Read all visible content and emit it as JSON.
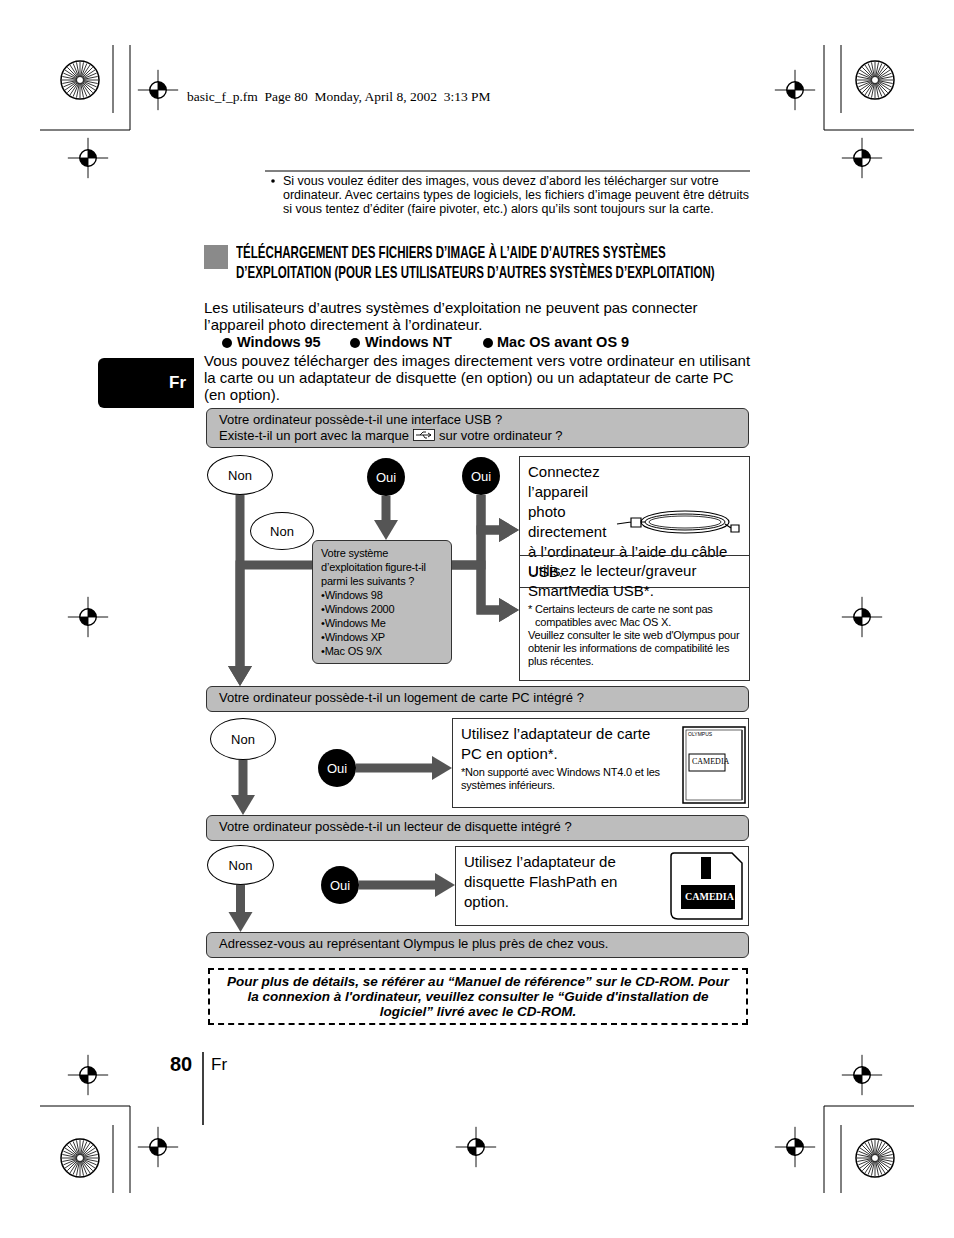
{
  "diagram": {
    "title": "TÉLÉCHARGEMENT DES FICHIERS D’IMAGE À L’AIDE D’AUTRES SYSTÈMES D’EXPLOITATION (POUR LES UTILISATEURS D’AUTRES SYSTÈMES D’EXPLOITATION)",
    "nodes": [
      {
        "text": [
          "Votre ordinateur possède-t-il une interface USB ?",
          "Existe-t-il un port avec la marque",
          "sur votre ordinateur ?"
        ]
      },
      {
        "text": [
          "Non"
        ]
      },
      {
        "text": [
          "Oui"
        ]
      },
      {
        "text": [
          "Oui"
        ]
      },
      {
        "text": [
          "Connectez l’appareil photo directement à l’ordinateur à l’aide du câble USB."
        ]
      },
      {
        "text": [
          "Non"
        ]
      },
      {
        "text": [
          "Votre système d’exploitation figure-t-il parmi les suivants ?",
          "•Windows 98",
          "•Windows 2000",
          "•Windows Me",
          "•Windows XP",
          "•Mac OS 9/X"
        ]
      },
      {
        "text": [
          "Utilisez le lecteur/graveur SmartMedia USB*.",
          "* Certains lecteurs de carte ne sont pas compatibles avec Mac OS X.",
          "Veuillez consulter le site web d'Olympus pour obtenir les informations de compatibilité les plus récentes."
        ]
      },
      {
        "text": [
          "Votre ordinateur possède-t-il un logement de carte PC intégré ?"
        ]
      },
      {
        "text": [
          "Non"
        ]
      },
      {
        "text": [
          "Oui"
        ]
      },
      {
        "text": [
          "Utilisez l’adaptateur de carte PC en option*.",
          "*Non supporté avec Windows NT4.0 et les systèmes inférieurs."
        ]
      },
      {
        "text": [
          "Votre ordinateur possède-t-il un lecteur de disquette intégré ?"
        ]
      },
      {
        "text": [
          "Non"
        ]
      },
      {
        "text": [
          "Oui"
        ]
      },
      {
        "text": [
          "Utilisez l’adaptateur de disquette FlashPath en option."
        ]
      },
      {
        "text": [
          "Adressez-vous au représentant Olympus le plus près de chez vous."
        ]
      },
      {
        "text": [
          "Pour plus de détails, se référer au “Manuel de référence” sur le CD-ROM. Pour la connexion à l'ordinateur, veuillez consulter le “Guide d'installation de logiciel” livré avec le CD-ROM."
        ]
      },
      {
        "text": [
          "Fr"
        ]
      }
    ],
    "edges": [
      {
        "from": 1,
        "to": 8,
        "arrow": "to"
      },
      {
        "from": 2,
        "to": 6,
        "arrow": "to"
      },
      {
        "from": 6,
        "to": 8,
        "arrow": "to"
      },
      {
        "from": 3,
        "to": 4,
        "arrow": "to"
      },
      {
        "from": 3,
        "to": 7,
        "arrow": "to"
      },
      {
        "from": 6,
        "to": 4,
        "arrow": "to"
      },
      {
        "from": 6,
        "to": 7,
        "arrow": "to"
      },
      {
        "from": 9,
        "to": 12,
        "arrow": "to"
      },
      {
        "from": 10,
        "to": 11,
        "arrow": "to"
      },
      {
        "from": 13,
        "to": 16,
        "arrow": "to"
      },
      {
        "from": 14,
        "to": 15,
        "arrow": "to"
      }
    ],
    "labels": [
      "basic_f_p.fm  Page 80  Monday, April 8, 2002  3:13 PM",
      "Si vous voulez éditer des images, vous devez d’abord les télécharger sur votre ordinateur. Avec certains types de logiciels, les fichiers d’image peuvent être détruits si vous tentez d’éditer (faire pivoter, etc.) alors qu’ils sont toujours sur la carte.",
      "Les utilisateurs d’autres systèmes d’exploitation ne peuvent pas connecter l’appareil photo directement à l’ordinateur.",
      "Windows 95",
      "Windows NT",
      "Mac OS avant OS 9",
      "Vous pouvez télécharger des images directement vers votre ordinateur en utilisant la carte ou un adaptateur de disquette (en option) ou un adaptateur de carte PC (en option).",
      "OLYMPUS",
      "CAMEDIA",
      "CAMEDIA",
      "80",
      "Fr"
    ]
  }
}
